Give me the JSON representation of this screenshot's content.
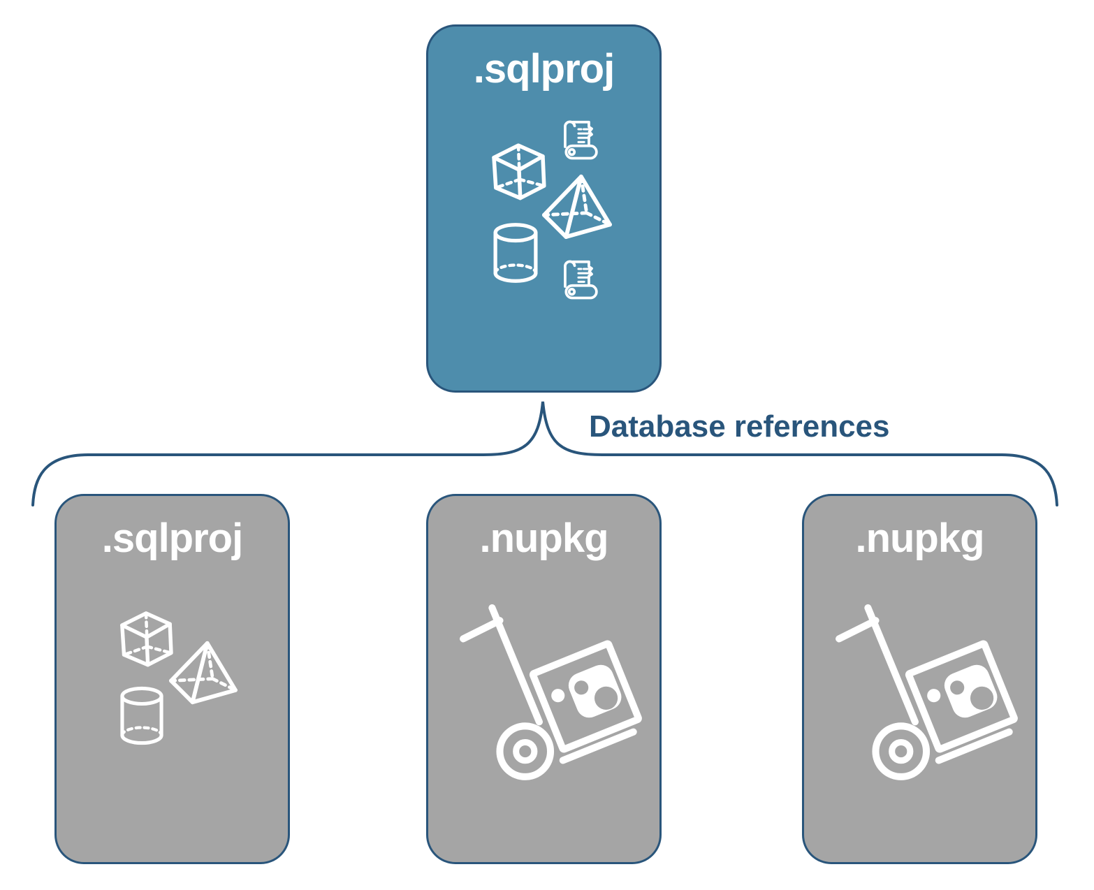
{
  "colors": {
    "parent_box_fill": "#4e8dac",
    "child_box_fill": "#a5a5a5",
    "outline_and_text_navy": "#29557b",
    "icon_and_title_white": "#ffffff",
    "background": "#ffffff"
  },
  "parent_box": {
    "label": ".sqlproj"
  },
  "connector": {
    "label": "Database references"
  },
  "child_boxes": [
    {
      "label": ".sqlproj"
    },
    {
      "label": ".nupkg"
    },
    {
      "label": ".nupkg"
    }
  ]
}
